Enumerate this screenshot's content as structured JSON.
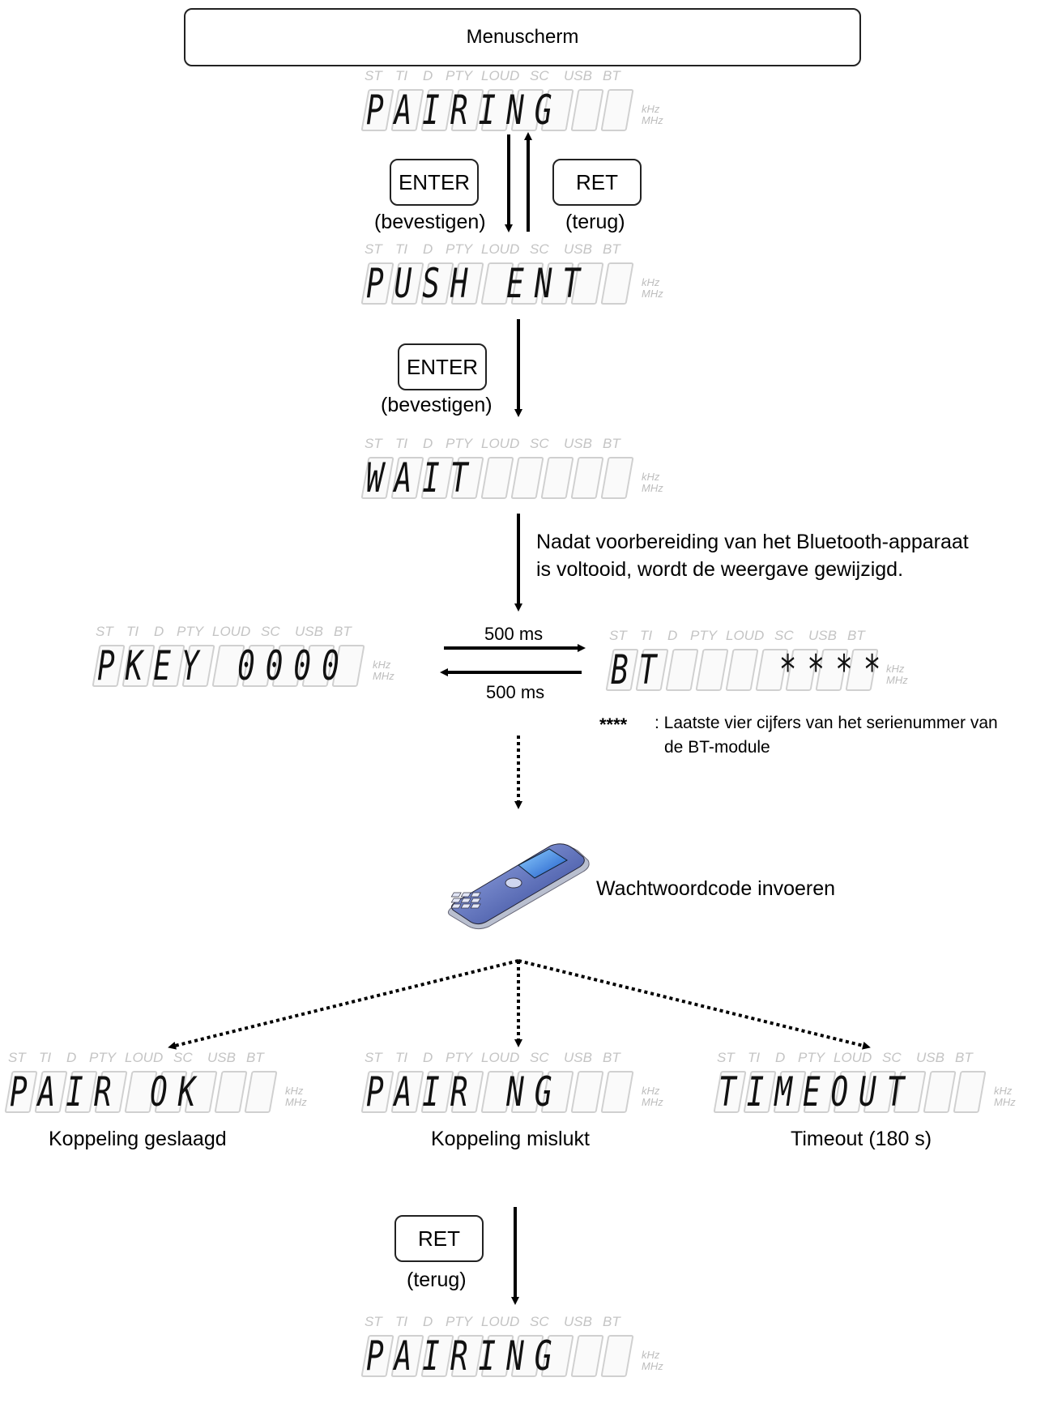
{
  "menu": {
    "label": "Menuscherm"
  },
  "indicators": [
    "ST",
    "TI",
    "D",
    "PTY",
    "LOUD",
    "SC",
    "USB",
    "BT"
  ],
  "units": {
    "khz": "kHz",
    "mhz": "MHz"
  },
  "displays": {
    "pairing_top": "PAIRING",
    "push_ent": "PUSH ENT",
    "wait": "WAIT",
    "pkey": "PKEY 0000",
    "bt_serial": "BT    ****",
    "pair_ok": "PAIR OK",
    "pair_ng": "PAIR NG",
    "timeout": "TIMEOUT",
    "pairing_bottom": "PAIRING"
  },
  "steps": {
    "enter1": {
      "key": "ENTER",
      "sub": "(bevestigen)"
    },
    "ret1": {
      "key": "RET",
      "sub": "(terug)"
    },
    "enter2": {
      "key": "ENTER",
      "sub": "(bevestigen)"
    },
    "ret2": {
      "key": "RET",
      "sub": "(terug)"
    }
  },
  "notes": {
    "bt_ready_line1": "Nadat voorbereiding van het Bluetooth-apparaat",
    "bt_ready_line2": "is voltooid, wordt de weergave gewijzigd.",
    "interval_right": "500 ms",
    "interval_left": "500 ms",
    "stars": "****",
    "serial_line1": ": Laatste vier cijfers van het serienummer van",
    "serial_line2": "de BT-module",
    "enter_passcode": "Wachtwoordcode invoeren"
  },
  "outcomes": {
    "ok": "Koppeling geslaagd",
    "ng": "Koppeling mislukt",
    "timeout": "Timeout (180 s)"
  },
  "colors": {
    "line": "#000000",
    "lcd_inactive": "#c4c4c4",
    "phone_body": "#4a5fb5"
  },
  "icons": {
    "phone": "mobile-phone-icon"
  }
}
